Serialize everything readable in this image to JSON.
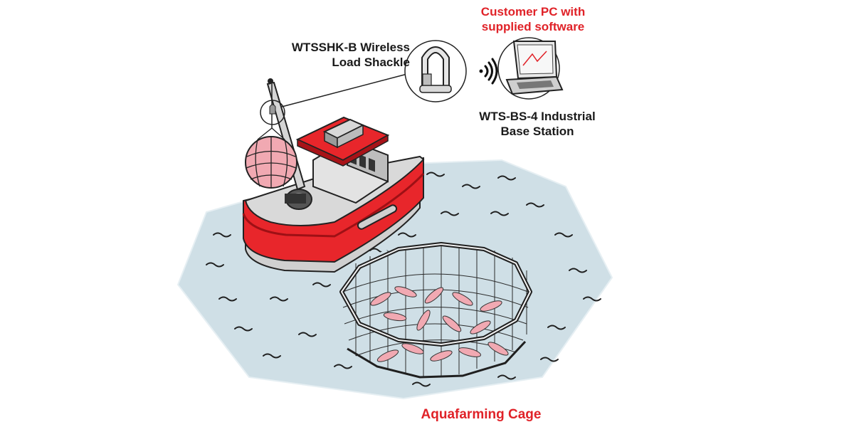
{
  "labels": {
    "shackle": [
      "WTSSHK-B Wireless",
      "Load Shackle"
    ],
    "customer_pc": [
      "Customer PC with",
      "supplied software"
    ],
    "base_station": [
      "WTS-BS-4 Industrial",
      "Base Station"
    ],
    "cage": "Aquafarming Cage"
  },
  "colors": {
    "accent": "#e02228",
    "text": "#1a1a1a",
    "water": "#cfdfe6",
    "boat_red": "#e8262b",
    "net_pink": "#f1a9b2"
  },
  "icons": [
    "wireless-signal-icon",
    "load-shackle-icon",
    "laptop-icon"
  ]
}
